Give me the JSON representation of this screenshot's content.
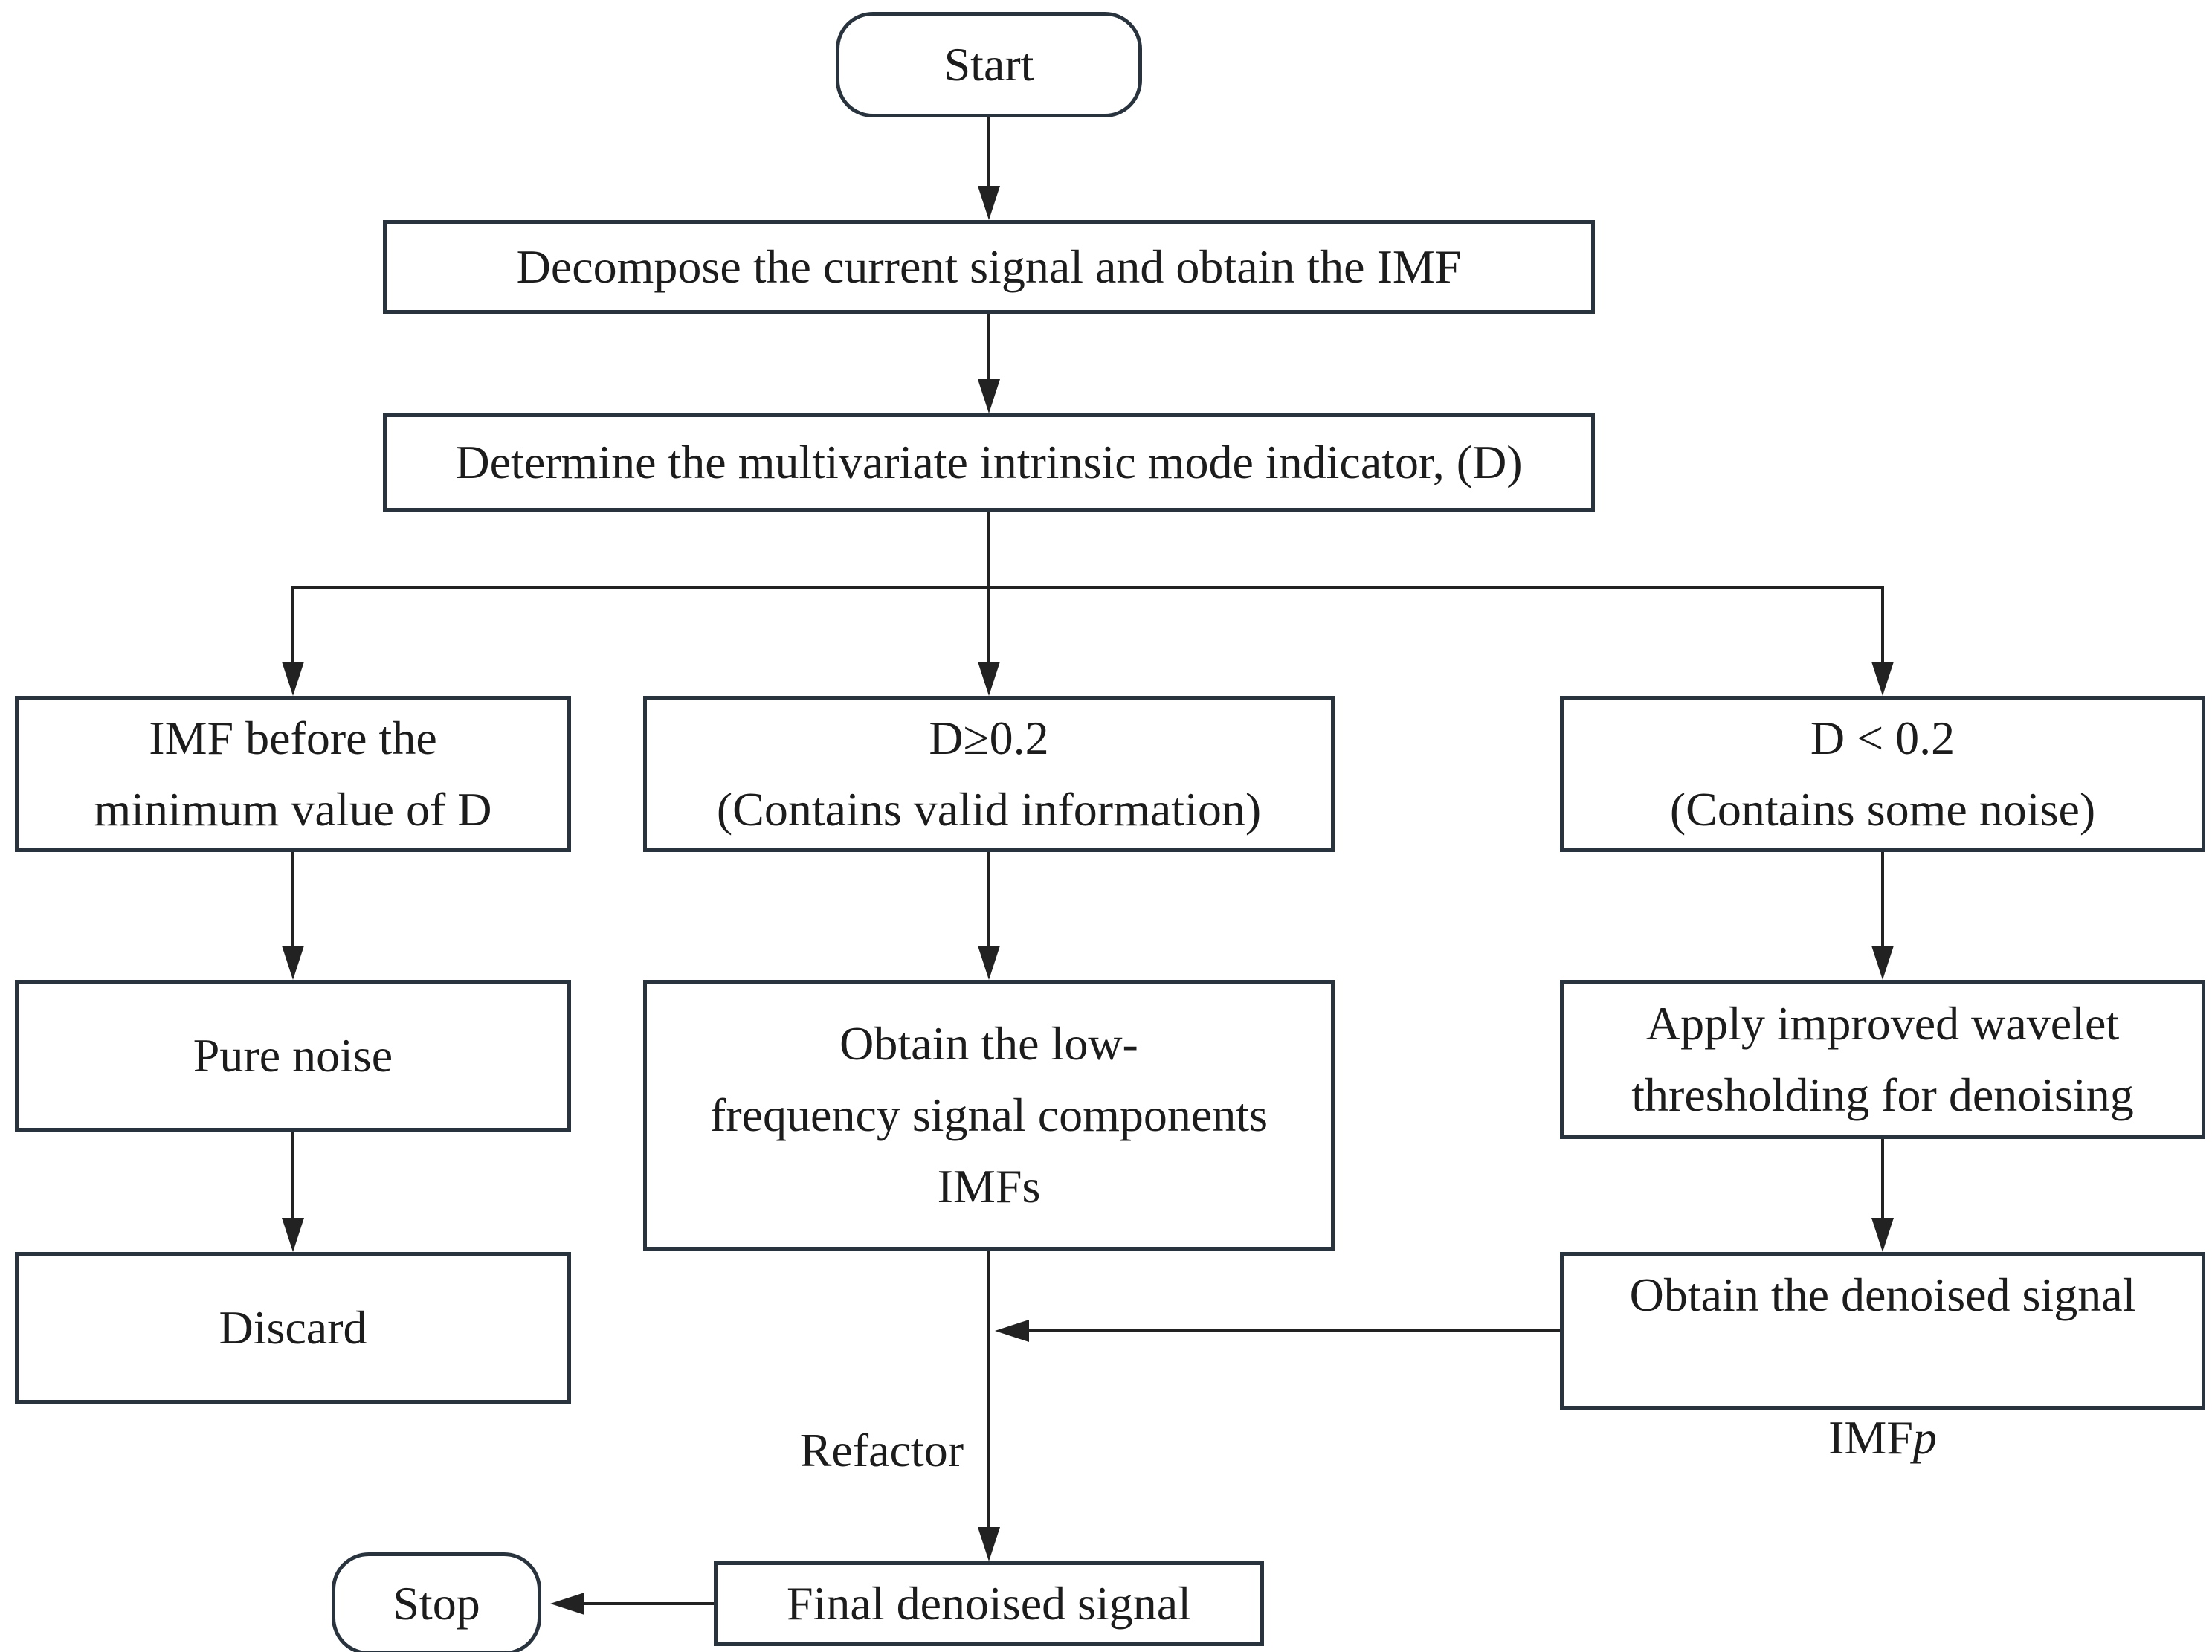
{
  "diagram": {
    "type": "flowchart",
    "nodes": {
      "start": {
        "label": "Start"
      },
      "decompose": {
        "label": "Decompose the current signal and obtain the IMF"
      },
      "determine": {
        "label": "Determine the multivariate intrinsic mode indicator, (D)"
      },
      "imf_before": {
        "lines": [
          "IMF before the",
          "minimum value of D"
        ]
      },
      "d_ge": {
        "lines": [
          "D≥0.2",
          "(Contains valid information)"
        ]
      },
      "d_lt": {
        "lines": [
          "D < 0.2",
          "(Contains some noise)"
        ]
      },
      "pure_noise": {
        "label": "Pure noise"
      },
      "obtain_low": {
        "lines": [
          "Obtain the low-",
          "frequency signal components",
          "IMFs"
        ]
      },
      "apply_wavelet": {
        "lines": [
          "Apply improved wavelet",
          "thresholding for denoising"
        ]
      },
      "discard": {
        "label": "Discard"
      },
      "obtain_denoised": {
        "line1": "Obtain the denoised signal",
        "imf": "IMF",
        "p": "p"
      },
      "final": {
        "label": "Final denoised signal"
      },
      "stop": {
        "label": "Stop"
      }
    },
    "edge_labels": {
      "refactor": "Refactor"
    },
    "colors": {
      "border": "#28333e",
      "line": "#222222",
      "text": "#1c1c1c",
      "background": "#ffffff"
    }
  }
}
